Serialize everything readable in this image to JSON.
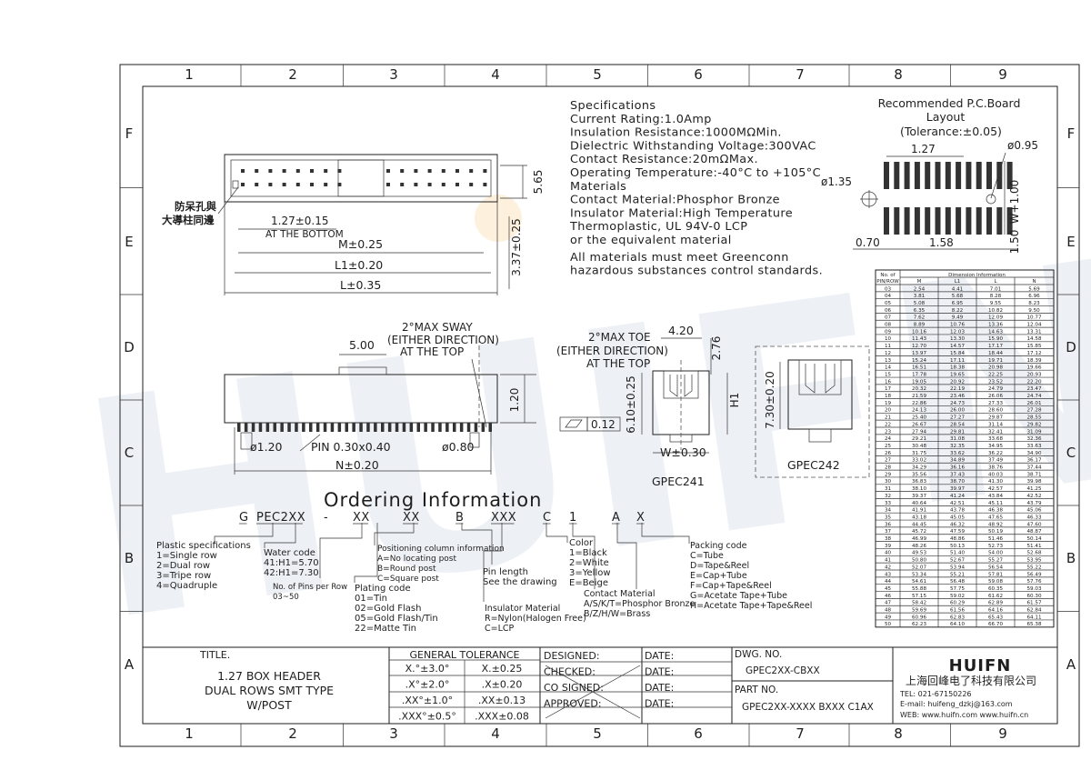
{
  "frame": {
    "columns": [
      "1",
      "2",
      "3",
      "4",
      "5",
      "6",
      "7",
      "8",
      "9"
    ],
    "rows": [
      "F",
      "E",
      "D",
      "C",
      "B",
      "A"
    ]
  },
  "watermark": "HUIFN",
  "specs": {
    "lines": [
      "Specifications",
      "Current Rating:1.0Amp",
      "Insulation Resistance:1000MΩMin.",
      "Dielectric Withstanding Voltage:300VAC",
      "Contact Resistance:20mΩMax.",
      "Operating Temperature:-40°C to +105°C",
      "Materials",
      "Contact Material:Phosphor Bronze",
      "Insulator Material:High Temperature",
      "Thermoplastic, UL 94V-0 LCP",
      "or the equivalent material",
      "All materials must meet Greenconn",
      "hazardous substances control standards."
    ]
  },
  "pcb": {
    "title1": "Recommended P.C.Board",
    "title2": "Layout",
    "title3": "(Tolerance:±0.05)",
    "d127": "1.27",
    "d095": "ø0.95",
    "d135": "ø1.35",
    "w100": "W+1.00",
    "d070": "0.70",
    "d158": "1.58",
    "d150": "1.50"
  },
  "top_view": {
    "chinese_label_1": "防呆孔與",
    "chinese_label_2": "大導柱同邊",
    "d_127": "1.27±0.15",
    "at_bottom": "AT THE BOTTOM",
    "dim_m": "M±0.25",
    "dim_l1": "L1±0.20",
    "dim_l": "L±0.35",
    "dim_565": "5.65",
    "dim_337": "3.37±0.25"
  },
  "side_view": {
    "sway1": "2°MAX SWAY",
    "sway2": "(EITHER DIRECTION)",
    "sway3": "AT THE TOP",
    "dim_500": "5.00",
    "dim_120": "1.20",
    "d_post": "ø1.20",
    "pin": "PIN 0.30x0.40",
    "d_080": "ø0.80",
    "dim_n": "N±0.20"
  },
  "end_view": {
    "toe1": "2°MAX TOE",
    "toe2": "(EITHER DIRECTION)",
    "toe3": "AT THE TOP",
    "dim_420": "4.20",
    "dim_276": "2.76",
    "dim_610": "6.10±0.25",
    "dim_h1": "H1",
    "flat": "0.12",
    "dim_w": "W±0.30",
    "name_241": "GPEC241",
    "dim_730": "7.30±0.20",
    "name_242": "GPEC242"
  },
  "table": {
    "h_no": "No. of",
    "h_pinrow": "PIN/ROW",
    "h_dim": "Dimension Information",
    "cols": [
      "M",
      "L1",
      "L",
      "N"
    ],
    "rows": [
      [
        "03",
        "2.54",
        "4.41",
        "7.01",
        "5.69"
      ],
      [
        "04",
        "3.81",
        "5.68",
        "8.28",
        "6.96"
      ],
      [
        "05",
        "5.08",
        "6.95",
        "9.55",
        "8.23"
      ],
      [
        "06",
        "6.35",
        "8.22",
        "10.82",
        "9.50"
      ],
      [
        "07",
        "7.62",
        "9.49",
        "12.09",
        "10.77"
      ],
      [
        "08",
        "8.89",
        "10.76",
        "13.36",
        "12.04"
      ],
      [
        "09",
        "10.16",
        "12.03",
        "14.63",
        "13.31"
      ],
      [
        "10",
        "11.43",
        "13.30",
        "15.90",
        "14.58"
      ],
      [
        "11",
        "12.70",
        "14.57",
        "17.17",
        "15.85"
      ],
      [
        "12",
        "13.97",
        "15.84",
        "18.44",
        "17.12"
      ],
      [
        "13",
        "15.24",
        "17.11",
        "19.71",
        "18.39"
      ],
      [
        "14",
        "16.51",
        "18.38",
        "20.98",
        "19.66"
      ],
      [
        "15",
        "17.78",
        "19.65",
        "22.25",
        "20.93"
      ],
      [
        "16",
        "19.05",
        "20.92",
        "23.52",
        "22.20"
      ],
      [
        "17",
        "20.32",
        "22.19",
        "24.79",
        "23.47"
      ],
      [
        "18",
        "21.59",
        "23.46",
        "26.06",
        "24.74"
      ],
      [
        "19",
        "22.86",
        "24.73",
        "27.33",
        "26.01"
      ],
      [
        "20",
        "24.13",
        "26.00",
        "28.60",
        "27.28"
      ],
      [
        "21",
        "25.40",
        "27.27",
        "29.87",
        "28.55"
      ],
      [
        "22",
        "26.67",
        "28.54",
        "31.14",
        "29.82"
      ],
      [
        "23",
        "27.94",
        "29.81",
        "32.41",
        "31.09"
      ],
      [
        "24",
        "29.21",
        "31.08",
        "33.68",
        "32.36"
      ],
      [
        "25",
        "30.48",
        "32.35",
        "34.95",
        "33.63"
      ],
      [
        "26",
        "31.75",
        "33.62",
        "36.22",
        "34.90"
      ],
      [
        "27",
        "33.02",
        "34.89",
        "37.49",
        "36.17"
      ],
      [
        "28",
        "34.29",
        "36.16",
        "38.76",
        "37.44"
      ],
      [
        "29",
        "35.56",
        "37.43",
        "40.03",
        "38.71"
      ],
      [
        "30",
        "36.83",
        "38.70",
        "41.30",
        "39.98"
      ],
      [
        "31",
        "38.10",
        "39.97",
        "42.57",
        "41.25"
      ],
      [
        "32",
        "39.37",
        "41.24",
        "43.84",
        "42.52"
      ],
      [
        "33",
        "40.64",
        "42.51",
        "45.11",
        "43.79"
      ],
      [
        "34",
        "41.91",
        "43.78",
        "46.38",
        "45.06"
      ],
      [
        "35",
        "43.18",
        "45.05",
        "47.65",
        "46.33"
      ],
      [
        "36",
        "44.45",
        "46.32",
        "48.92",
        "47.60"
      ],
      [
        "37",
        "45.72",
        "47.59",
        "50.19",
        "48.87"
      ],
      [
        "38",
        "46.99",
        "48.86",
        "51.46",
        "50.14"
      ],
      [
        "39",
        "48.26",
        "50.13",
        "52.73",
        "51.41"
      ],
      [
        "40",
        "49.53",
        "51.40",
        "54.00",
        "52.68"
      ],
      [
        "41",
        "50.80",
        "52.67",
        "55.27",
        "53.95"
      ],
      [
        "42",
        "52.07",
        "53.94",
        "56.54",
        "55.22"
      ],
      [
        "43",
        "53.34",
        "55.21",
        "57.81",
        "56.49"
      ],
      [
        "44",
        "54.61",
        "56.48",
        "59.08",
        "57.76"
      ],
      [
        "45",
        "55.88",
        "57.75",
        "60.35",
        "59.03"
      ],
      [
        "46",
        "57.15",
        "59.02",
        "61.62",
        "60.30"
      ],
      [
        "47",
        "58.42",
        "60.29",
        "62.89",
        "61.57"
      ],
      [
        "48",
        "59.69",
        "61.56",
        "64.16",
        "62.84"
      ],
      [
        "49",
        "60.96",
        "62.83",
        "65.43",
        "64.11"
      ],
      [
        "50",
        "62.23",
        "64.10",
        "66.70",
        "65.38"
      ]
    ]
  },
  "ordering": {
    "title": "Ordering Information",
    "code": [
      "G",
      "PEC2XX",
      "-",
      "XX",
      "XX",
      "B",
      "XXX",
      "C",
      "1",
      "A",
      "X"
    ],
    "plastic": [
      "Plastic specifications",
      "1=Single row",
      "2=Dual row",
      "3=Tripe row",
      "4=Quadruple"
    ],
    "water": [
      "Water code",
      "41:H1=5.70",
      "42:H1=7.30"
    ],
    "pins": [
      "No. of Pins per Row",
      "03~50"
    ],
    "positioning": [
      "Positioning column information",
      "A=No locating post",
      "B=Round post",
      "C=Square post"
    ],
    "plating": [
      "Plating code",
      "01=Tin",
      "02=Gold Flash",
      "05=Gold Flash/Tin",
      "22=Matte Tin"
    ],
    "pinlen": [
      "Pin length",
      "See the drawing"
    ],
    "insulator": [
      "Insulator Material",
      "R=Nylon(Halogen Free)",
      "C=LCP"
    ],
    "color": [
      "Color",
      "1=Black",
      "2=White",
      "3=Yellow",
      "E=Beige"
    ],
    "contact": [
      "Contact Material",
      "A/S/K/T=Phosphor Bronze",
      "B/Z/H/W=Brass"
    ],
    "packing": [
      "Packing code",
      "C=Tube",
      "D=Tape&Reel",
      "E=Cap+Tube",
      "F=Cap+Tape&Reel",
      "G=Acetate Tape+Tube",
      "H=Acetate Tape+Tape&Reel"
    ]
  },
  "title_block": {
    "title_label": "TITLE.",
    "title_lines": [
      "1.27 BOX HEADER",
      "DUAL ROWS SMT TYPE",
      "W/POST"
    ],
    "gen_tol": "GENERAL TOLERANCE",
    "tol": [
      [
        "X.°±3.0°",
        "X.±0.25"
      ],
      [
        ".X°±2.0°",
        ".X±0.20"
      ],
      [
        ".XX°±1.0°",
        ".XX±0.13"
      ],
      [
        ".XXX°±0.5°",
        ".XXX±0.08"
      ]
    ],
    "sign": [
      "DESIGNED:",
      "CHECKED:",
      "CO SIGNED:",
      "APPROVED:"
    ],
    "date": "DATE:",
    "dwg_label": "DWG. NO.",
    "dwg_no": "GPEC2XX-CBXX",
    "part_label": "PART NO.",
    "part_no": "GPEC2XX-XXXX BXXX C1AX",
    "brand": "HUIFN",
    "company": "上海回峰电了科技有限公司",
    "tel": "TEL: 021-67150226",
    "email": "E-mail: huifeng_dzkj@163.com",
    "web": "WEB: www.huifn.com  www.huifn.cn"
  }
}
